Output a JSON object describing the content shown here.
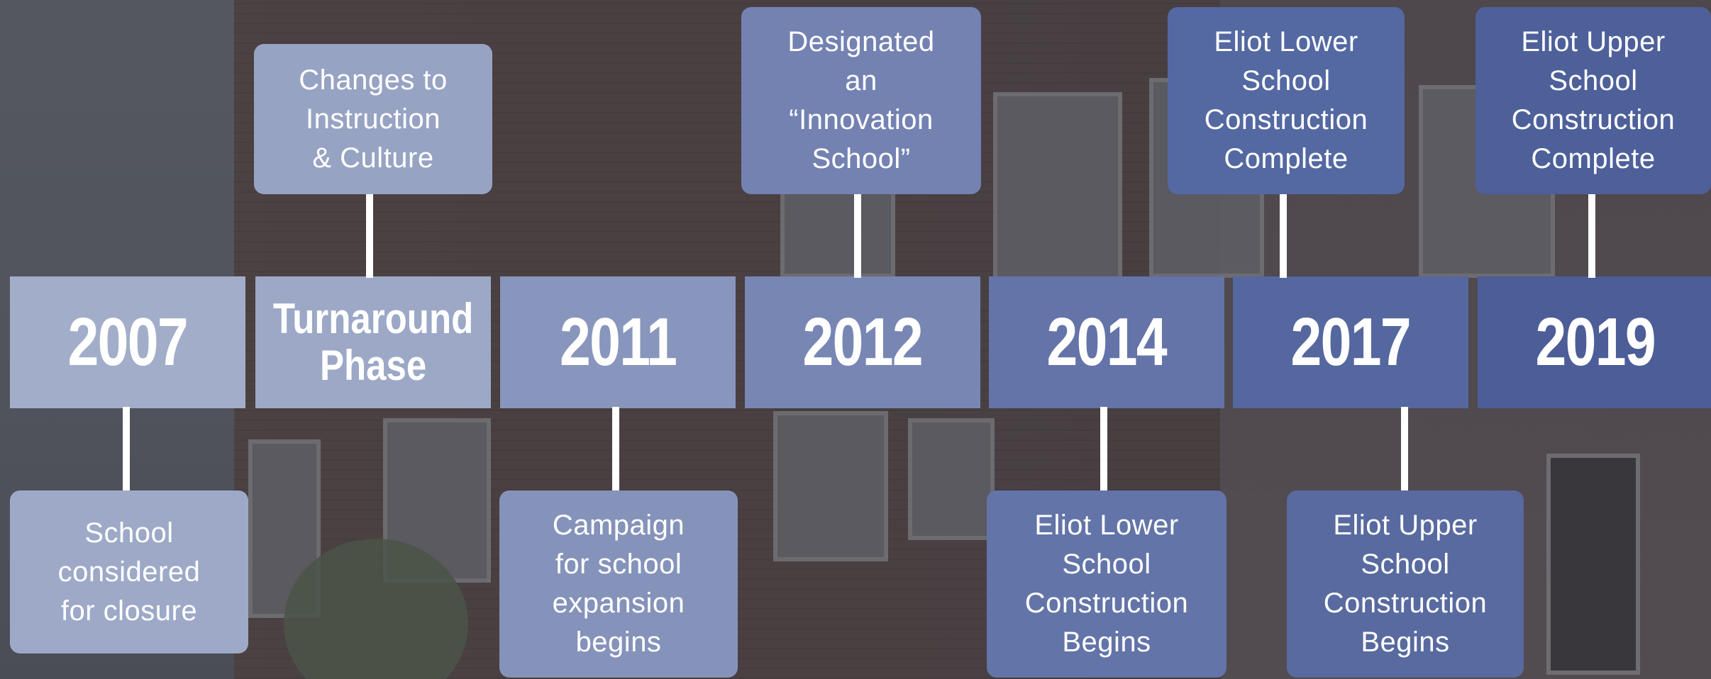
{
  "timeline": {
    "columns": [
      {
        "label": "2007",
        "kind": "year",
        "color": "#a2adc9"
      },
      {
        "label": "Turnaround\nPhase",
        "kind": "phase",
        "color": "#9ca8c6"
      },
      {
        "label": "2011",
        "kind": "year",
        "color": "#8896bd"
      },
      {
        "label": "2012",
        "kind": "year",
        "color": "#7886b4"
      },
      {
        "label": "2014",
        "kind": "year",
        "color": "#6474a8"
      },
      {
        "label": "2017",
        "kind": "year",
        "color": "#55679f"
      },
      {
        "label": "2019",
        "kind": "year",
        "color": "#4c5d97"
      }
    ],
    "events_above": [
      {
        "text": "Changes to\nInstruction\n& Culture",
        "color": "#97a3c3"
      },
      {
        "text": "Designated\nan\n“Innovation\nSchool”",
        "color": "#7482b2"
      },
      {
        "text": "Eliot Lower\nSchool\nConstruction\nComplete",
        "color": "#5468a2"
      },
      {
        "text": "Eliot Upper\nSchool\nConstruction\nComplete",
        "color": "#4e609a"
      }
    ],
    "events_below": [
      {
        "text": "School\nconsidered\nfor closure",
        "color": "#9da9c7"
      },
      {
        "text": "Campaign\nfor school\nexpansion\nbegins",
        "color": "#8593ba"
      },
      {
        "text": "Eliot Lower\nSchool\nConstruction\nBegins",
        "color": "#6374a8"
      },
      {
        "text": "Eliot Upper\nSchool\nConstruction\nBegins",
        "color": "#586a9f"
      }
    ]
  }
}
